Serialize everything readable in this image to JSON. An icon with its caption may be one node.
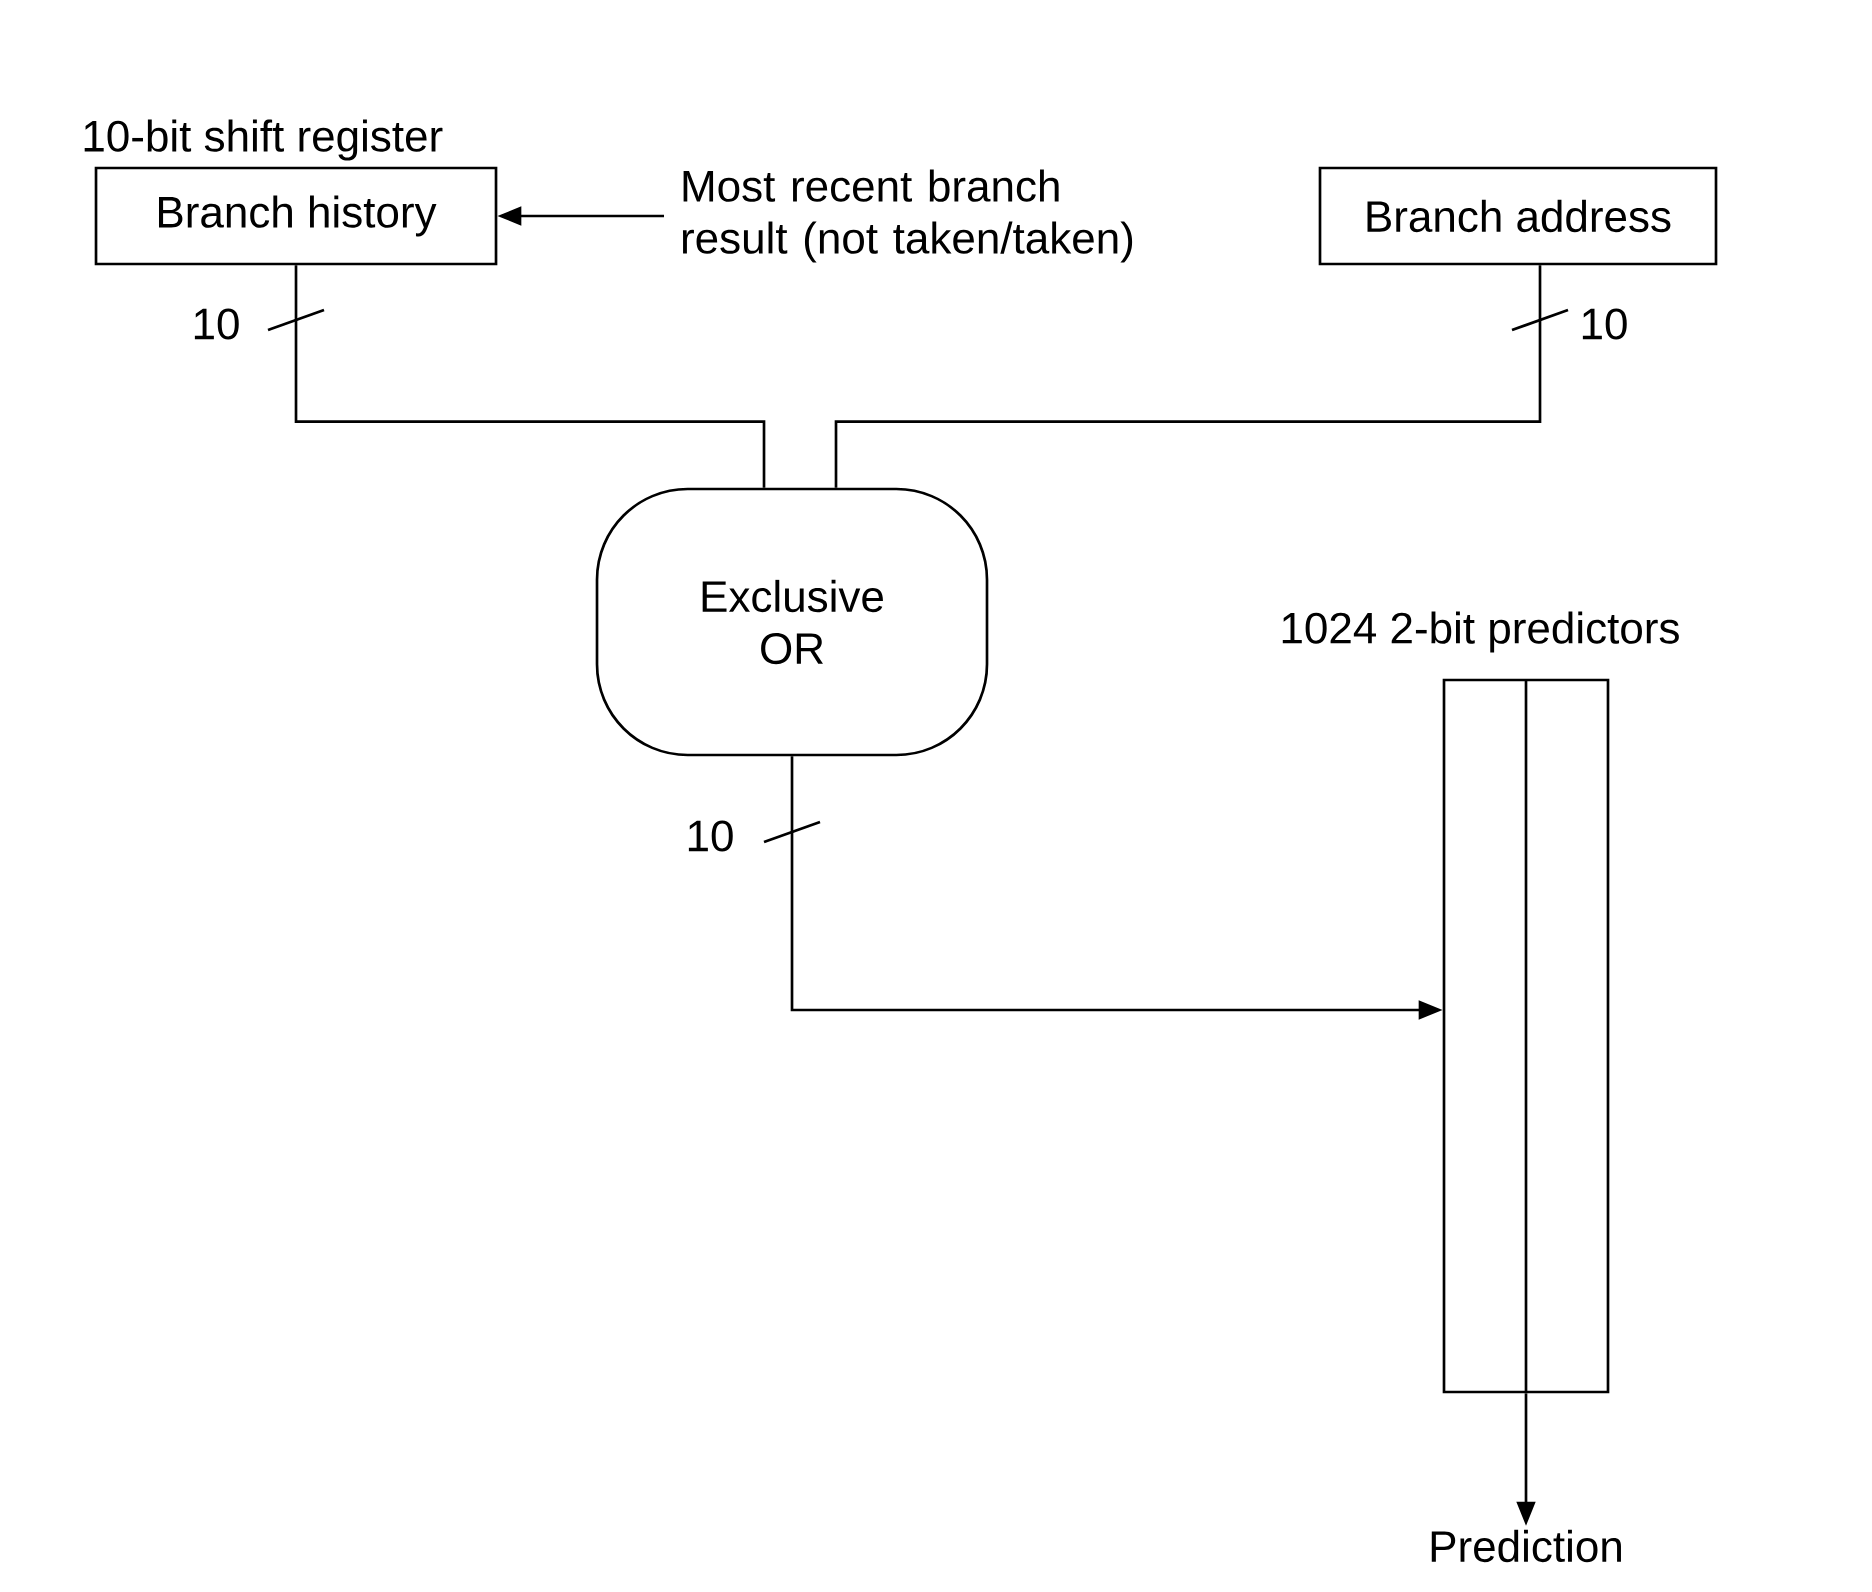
{
  "diagram": {
    "nodes": [
      {
        "text": [
          "10-bit shift register",
          "Branch history"
        ]
      },
      {
        "text": [
          "Most recent branch result (not taken/taken)"
        ]
      },
      {
        "text": [
          "Branch address"
        ]
      },
      {
        "text": [
          "Exclusive OR"
        ]
      },
      {
        "text": [
          "1024 2-bit predictors"
        ]
      },
      {
        "text": [
          "Prediction"
        ]
      }
    ],
    "edges": [
      {
        "from": 1,
        "to": 0,
        "arrow": "to"
      },
      {
        "from": 0,
        "to": 3,
        "arrow": "none",
        "label": "10"
      },
      {
        "from": 2,
        "to": 3,
        "arrow": "none",
        "label": "10"
      },
      {
        "from": 3,
        "to": 4,
        "arrow": "to",
        "label": "10"
      },
      {
        "from": 4,
        "to": 5,
        "arrow": "to"
      }
    ]
  }
}
